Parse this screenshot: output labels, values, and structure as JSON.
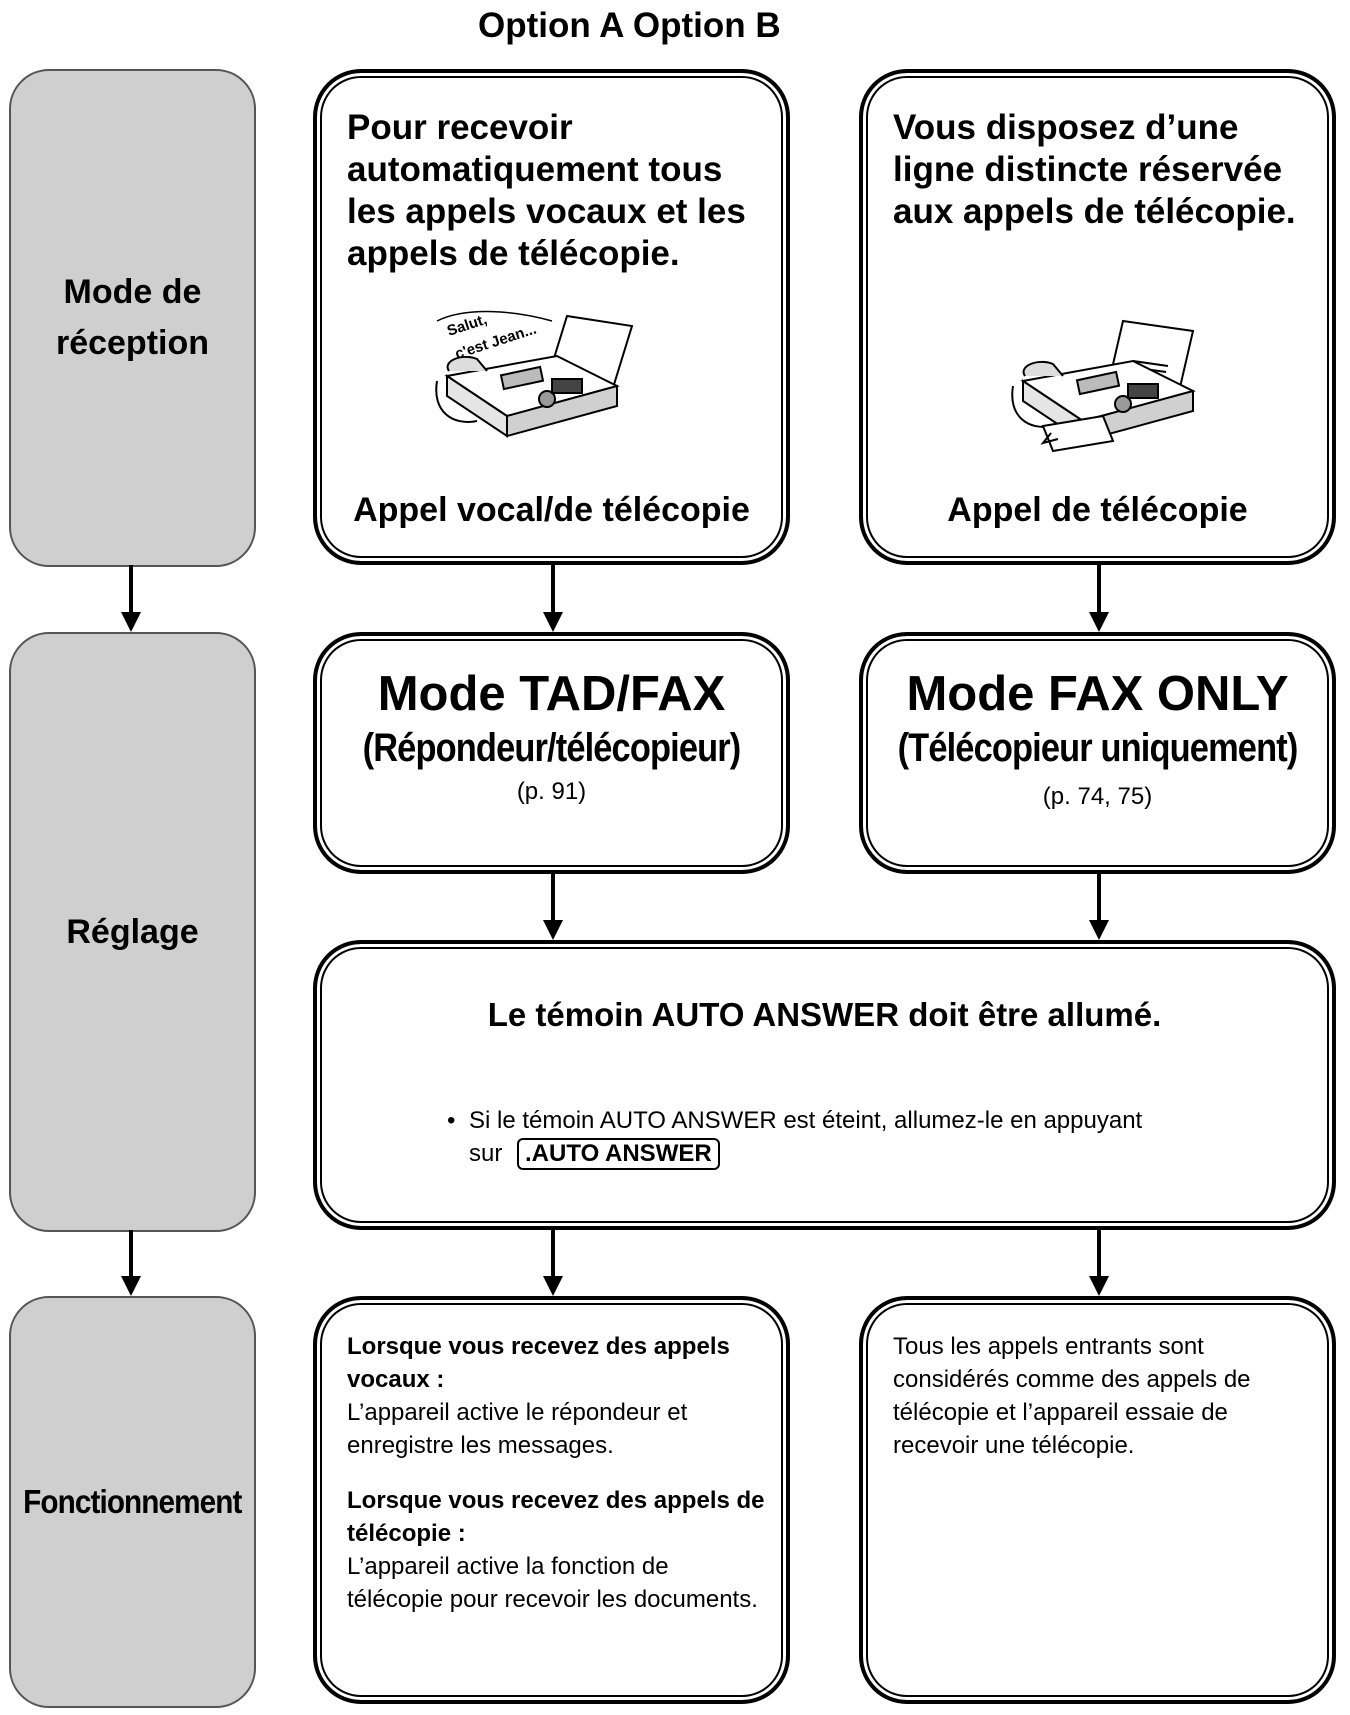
{
  "header": {
    "options_label": "Option A Option B"
  },
  "rows": {
    "reception": "Mode de réception",
    "setting": "Réglage",
    "operation": "Fonctionnement"
  },
  "option_a": {
    "question": "Pour recevoir automatiquement tous les appels vocaux et les appels de télécopie.",
    "speech_line1": "Salut,",
    "speech_line2": "c'est Jean...",
    "caption": "Appel vocal/de télécopie",
    "mode_title": "Mode TAD/FAX",
    "mode_subtitle": "(Répondeur/télécopieur)",
    "mode_page": "(p. 91)",
    "operation_voice_heading": "Lorsque vous recevez des appels vocaux :",
    "operation_voice_text": "L’appareil active le répondeur et enregistre les messages.",
    "operation_fax_heading": "Lorsque vous recevez des appels de télécopie :",
    "operation_fax_text": "L’appareil active la fonction de télécopie pour recevoir les documents."
  },
  "option_b": {
    "question": "Vous disposez d’une ligne distincte réservée aux appels de télécopie.",
    "caption": "Appel de télécopie",
    "mode_title": "Mode FAX ONLY",
    "mode_subtitle": "(Télécopieur uniquement)",
    "mode_page": "(p. 74, 75)",
    "operation_text": "Tous les appels entrants sont considérés comme des appels de télécopie et l’appareil essaie de recevoir une télécopie."
  },
  "auto_answer": {
    "heading": "Le témoin AUTO ANSWER doit être allumé.",
    "bullet": "•",
    "note": "Si le témoin AUTO ANSWER est éteint, allumez-le en appuyant sur",
    "key_label": ".AUTO ANSWER"
  }
}
